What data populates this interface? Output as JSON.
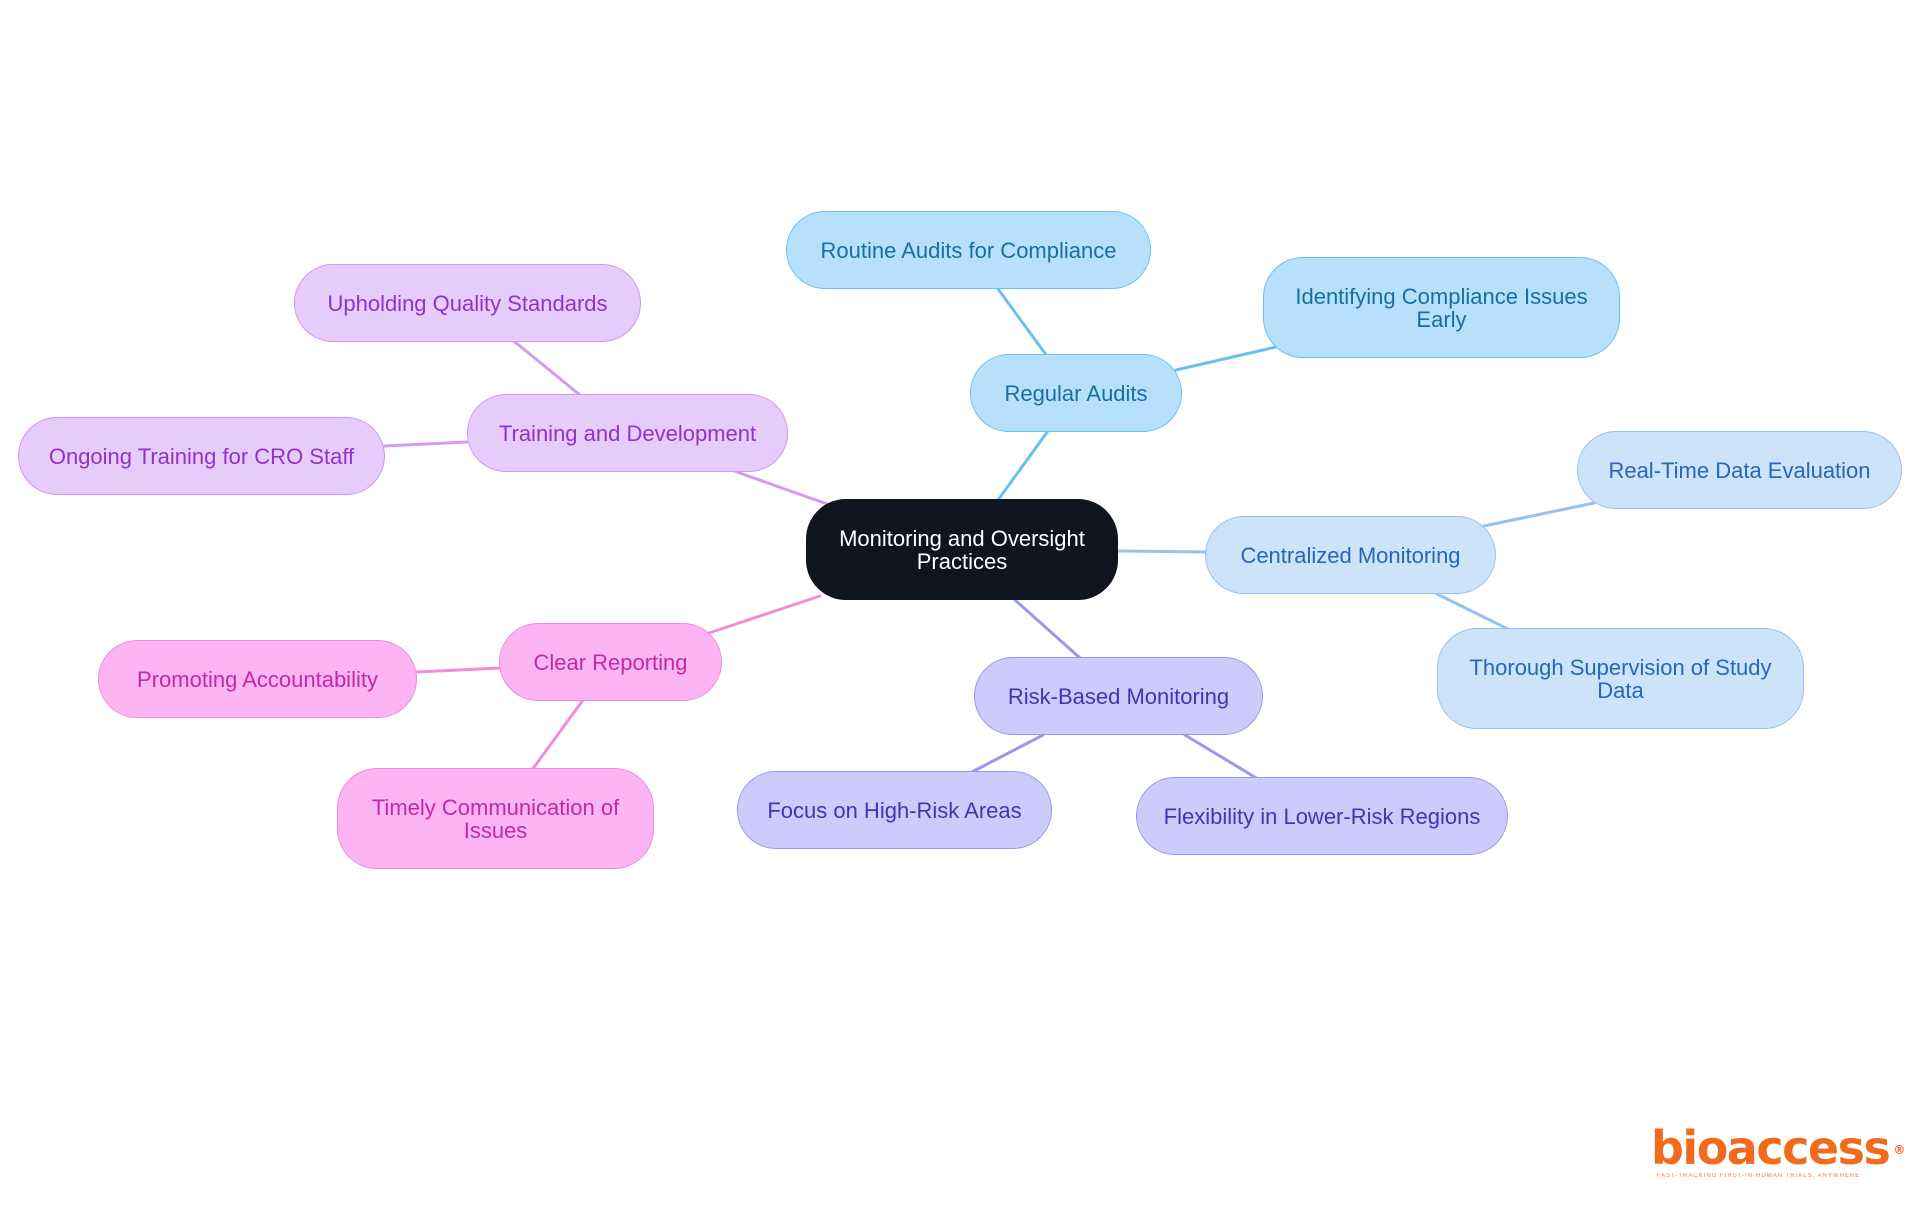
{
  "palette": {
    "center": {
      "fill": "#0f141d",
      "stroke": "#0f141d",
      "text": "#ffffff"
    },
    "sky": {
      "fill": "#b6e0fb",
      "stroke": "#6cc0ee",
      "text": "#1a6fa0"
    },
    "blue": {
      "fill": "#cde3fa",
      "stroke": "#95c2ee",
      "text": "#2767b5"
    },
    "indigo": {
      "fill": "#cdcafc",
      "stroke": "#9c97ee",
      "text": "#3c38b4"
    },
    "violet": {
      "fill": "#e6cbfb",
      "stroke": "#cf95f0",
      "text": "#9133c6"
    },
    "pink": {
      "fill": "#fdb4f3",
      "stroke": "#f08ce0",
      "text": "#c12aa6"
    }
  },
  "edge_colors": {
    "sky": "#6cc0ee",
    "blue": "#95c2ee",
    "indigo": "#9c97ee",
    "violet": "#d49af0",
    "pink": "#f08ce0"
  },
  "mindmap": {
    "center": {
      "id": "center",
      "label": [
        "Monitoring and Oversight",
        "Practices"
      ],
      "color": "center"
    },
    "branches": [
      {
        "id": "regular-audits",
        "label": [
          "Regular Audits"
        ],
        "color": "sky",
        "children": [
          {
            "id": "routine-audits",
            "label": [
              "Routine Audits for Compliance"
            ]
          },
          {
            "id": "identifying-issues",
            "label": [
              "Identifying Compliance Issues",
              "Early"
            ]
          }
        ]
      },
      {
        "id": "centralized-monitoring",
        "label": [
          "Centralized Monitoring"
        ],
        "color": "blue",
        "children": [
          {
            "id": "real-time-data",
            "label": [
              "Real-Time Data Evaluation"
            ]
          },
          {
            "id": "thorough-supervision",
            "label": [
              "Thorough Supervision of Study",
              "Data"
            ]
          }
        ]
      },
      {
        "id": "risk-based-monitoring",
        "label": [
          "Risk-Based Monitoring"
        ],
        "color": "indigo",
        "children": [
          {
            "id": "focus-high-risk",
            "label": [
              "Focus on High-Risk Areas"
            ]
          },
          {
            "id": "flexibility-lower-risk",
            "label": [
              "Flexibility in Lower-Risk Regions"
            ]
          }
        ]
      },
      {
        "id": "clear-reporting",
        "label": [
          "Clear Reporting"
        ],
        "color": "pink",
        "children": [
          {
            "id": "promoting-accountability",
            "label": [
              "Promoting Accountability"
            ]
          },
          {
            "id": "timely-communication",
            "label": [
              "Timely Communication of",
              "Issues"
            ]
          }
        ]
      },
      {
        "id": "training-development",
        "label": [
          "Training and Development"
        ],
        "color": "violet",
        "children": [
          {
            "id": "upholding-quality",
            "label": [
              "Upholding Quality Standards"
            ]
          },
          {
            "id": "ongoing-training",
            "label": [
              "Ongoing Training for CRO Staff"
            ]
          }
        ]
      }
    ]
  },
  "logo": {
    "wordmark": "bioaccess",
    "registered": "®",
    "tagline": "FAST-TRACKING FIRST-IN-HUMAN TRIALS, ANYWHERE"
  }
}
